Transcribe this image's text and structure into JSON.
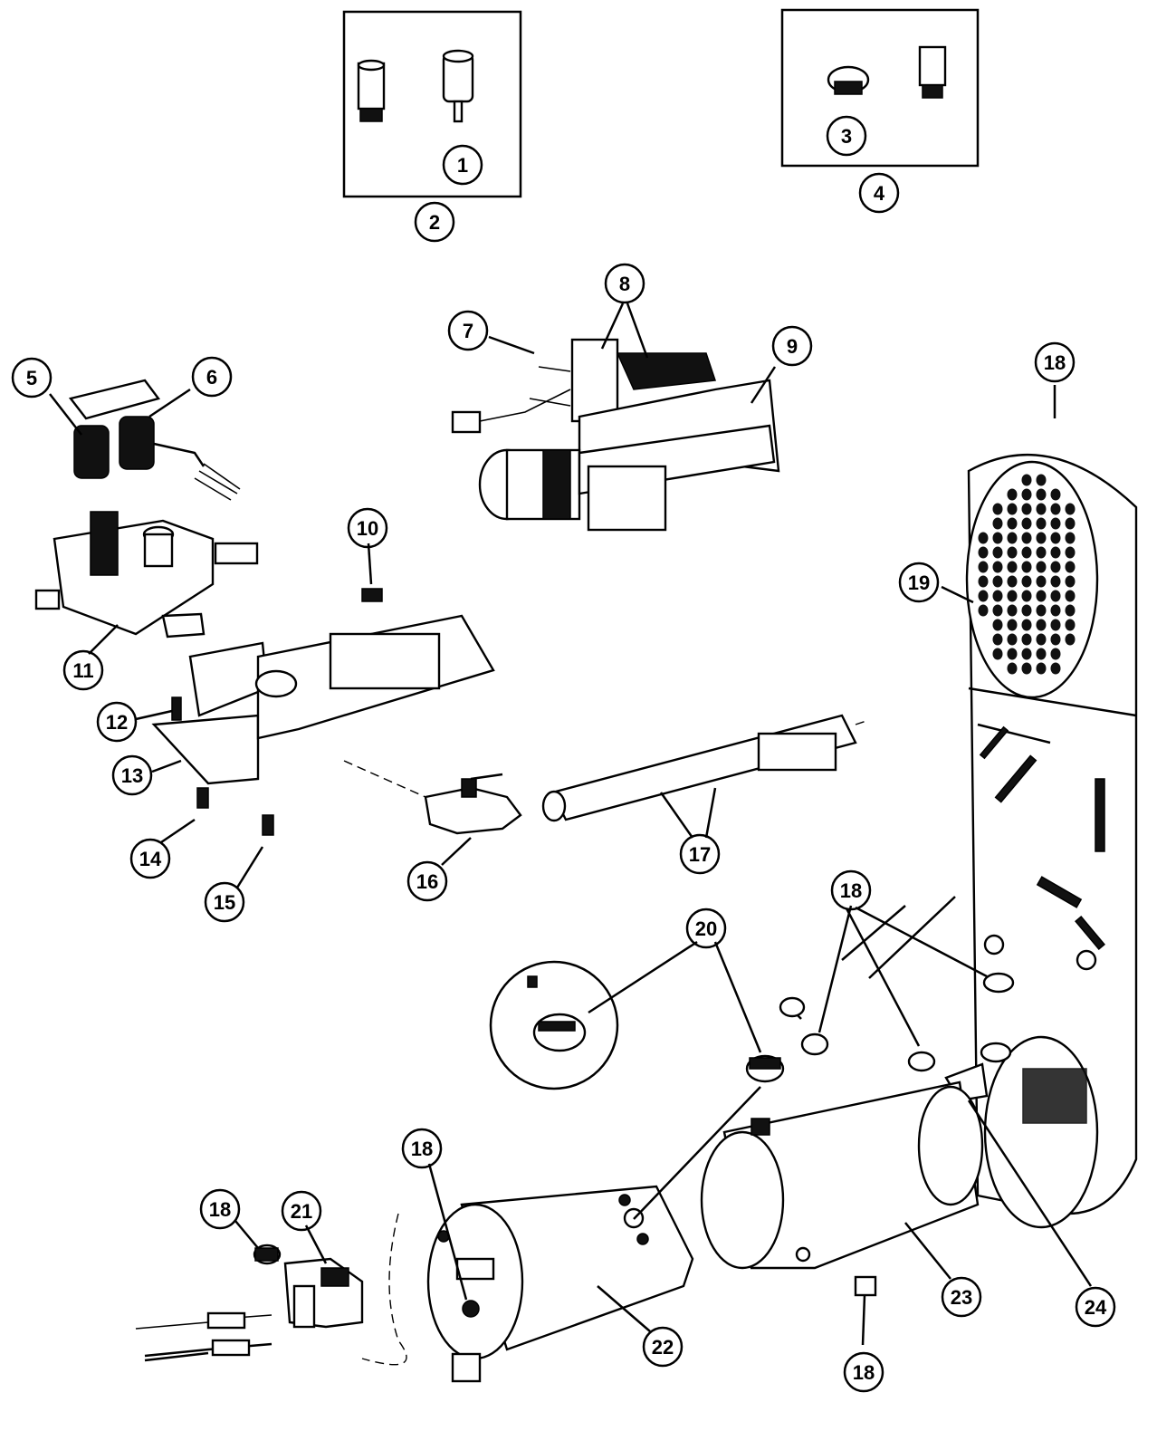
{
  "callouts": [
    {
      "id": "c1",
      "text": "1"
    },
    {
      "id": "c2",
      "text": "2"
    },
    {
      "id": "c3",
      "text": "3"
    },
    {
      "id": "c4",
      "text": "4"
    },
    {
      "id": "c5",
      "text": "5"
    },
    {
      "id": "c6",
      "text": "6"
    },
    {
      "id": "c7",
      "text": "7"
    },
    {
      "id": "c8",
      "text": "8"
    },
    {
      "id": "c9",
      "text": "9"
    },
    {
      "id": "c10",
      "text": "10"
    },
    {
      "id": "c11",
      "text": "11"
    },
    {
      "id": "c12",
      "text": "12"
    },
    {
      "id": "c13",
      "text": "13"
    },
    {
      "id": "c14",
      "text": "14"
    },
    {
      "id": "c15",
      "text": "15"
    },
    {
      "id": "c16",
      "text": "16"
    },
    {
      "id": "c17",
      "text": "17"
    },
    {
      "id": "c18a",
      "text": "18"
    },
    {
      "id": "c18b",
      "text": "18"
    },
    {
      "id": "c18c",
      "text": "18"
    },
    {
      "id": "c18d",
      "text": "18"
    },
    {
      "id": "c18e",
      "text": "18"
    },
    {
      "id": "c19",
      "text": "19"
    },
    {
      "id": "c20",
      "text": "20"
    },
    {
      "id": "c21",
      "text": "21"
    },
    {
      "id": "c22",
      "text": "22"
    },
    {
      "id": "c23",
      "text": "23"
    },
    {
      "id": "c24",
      "text": "24"
    }
  ]
}
